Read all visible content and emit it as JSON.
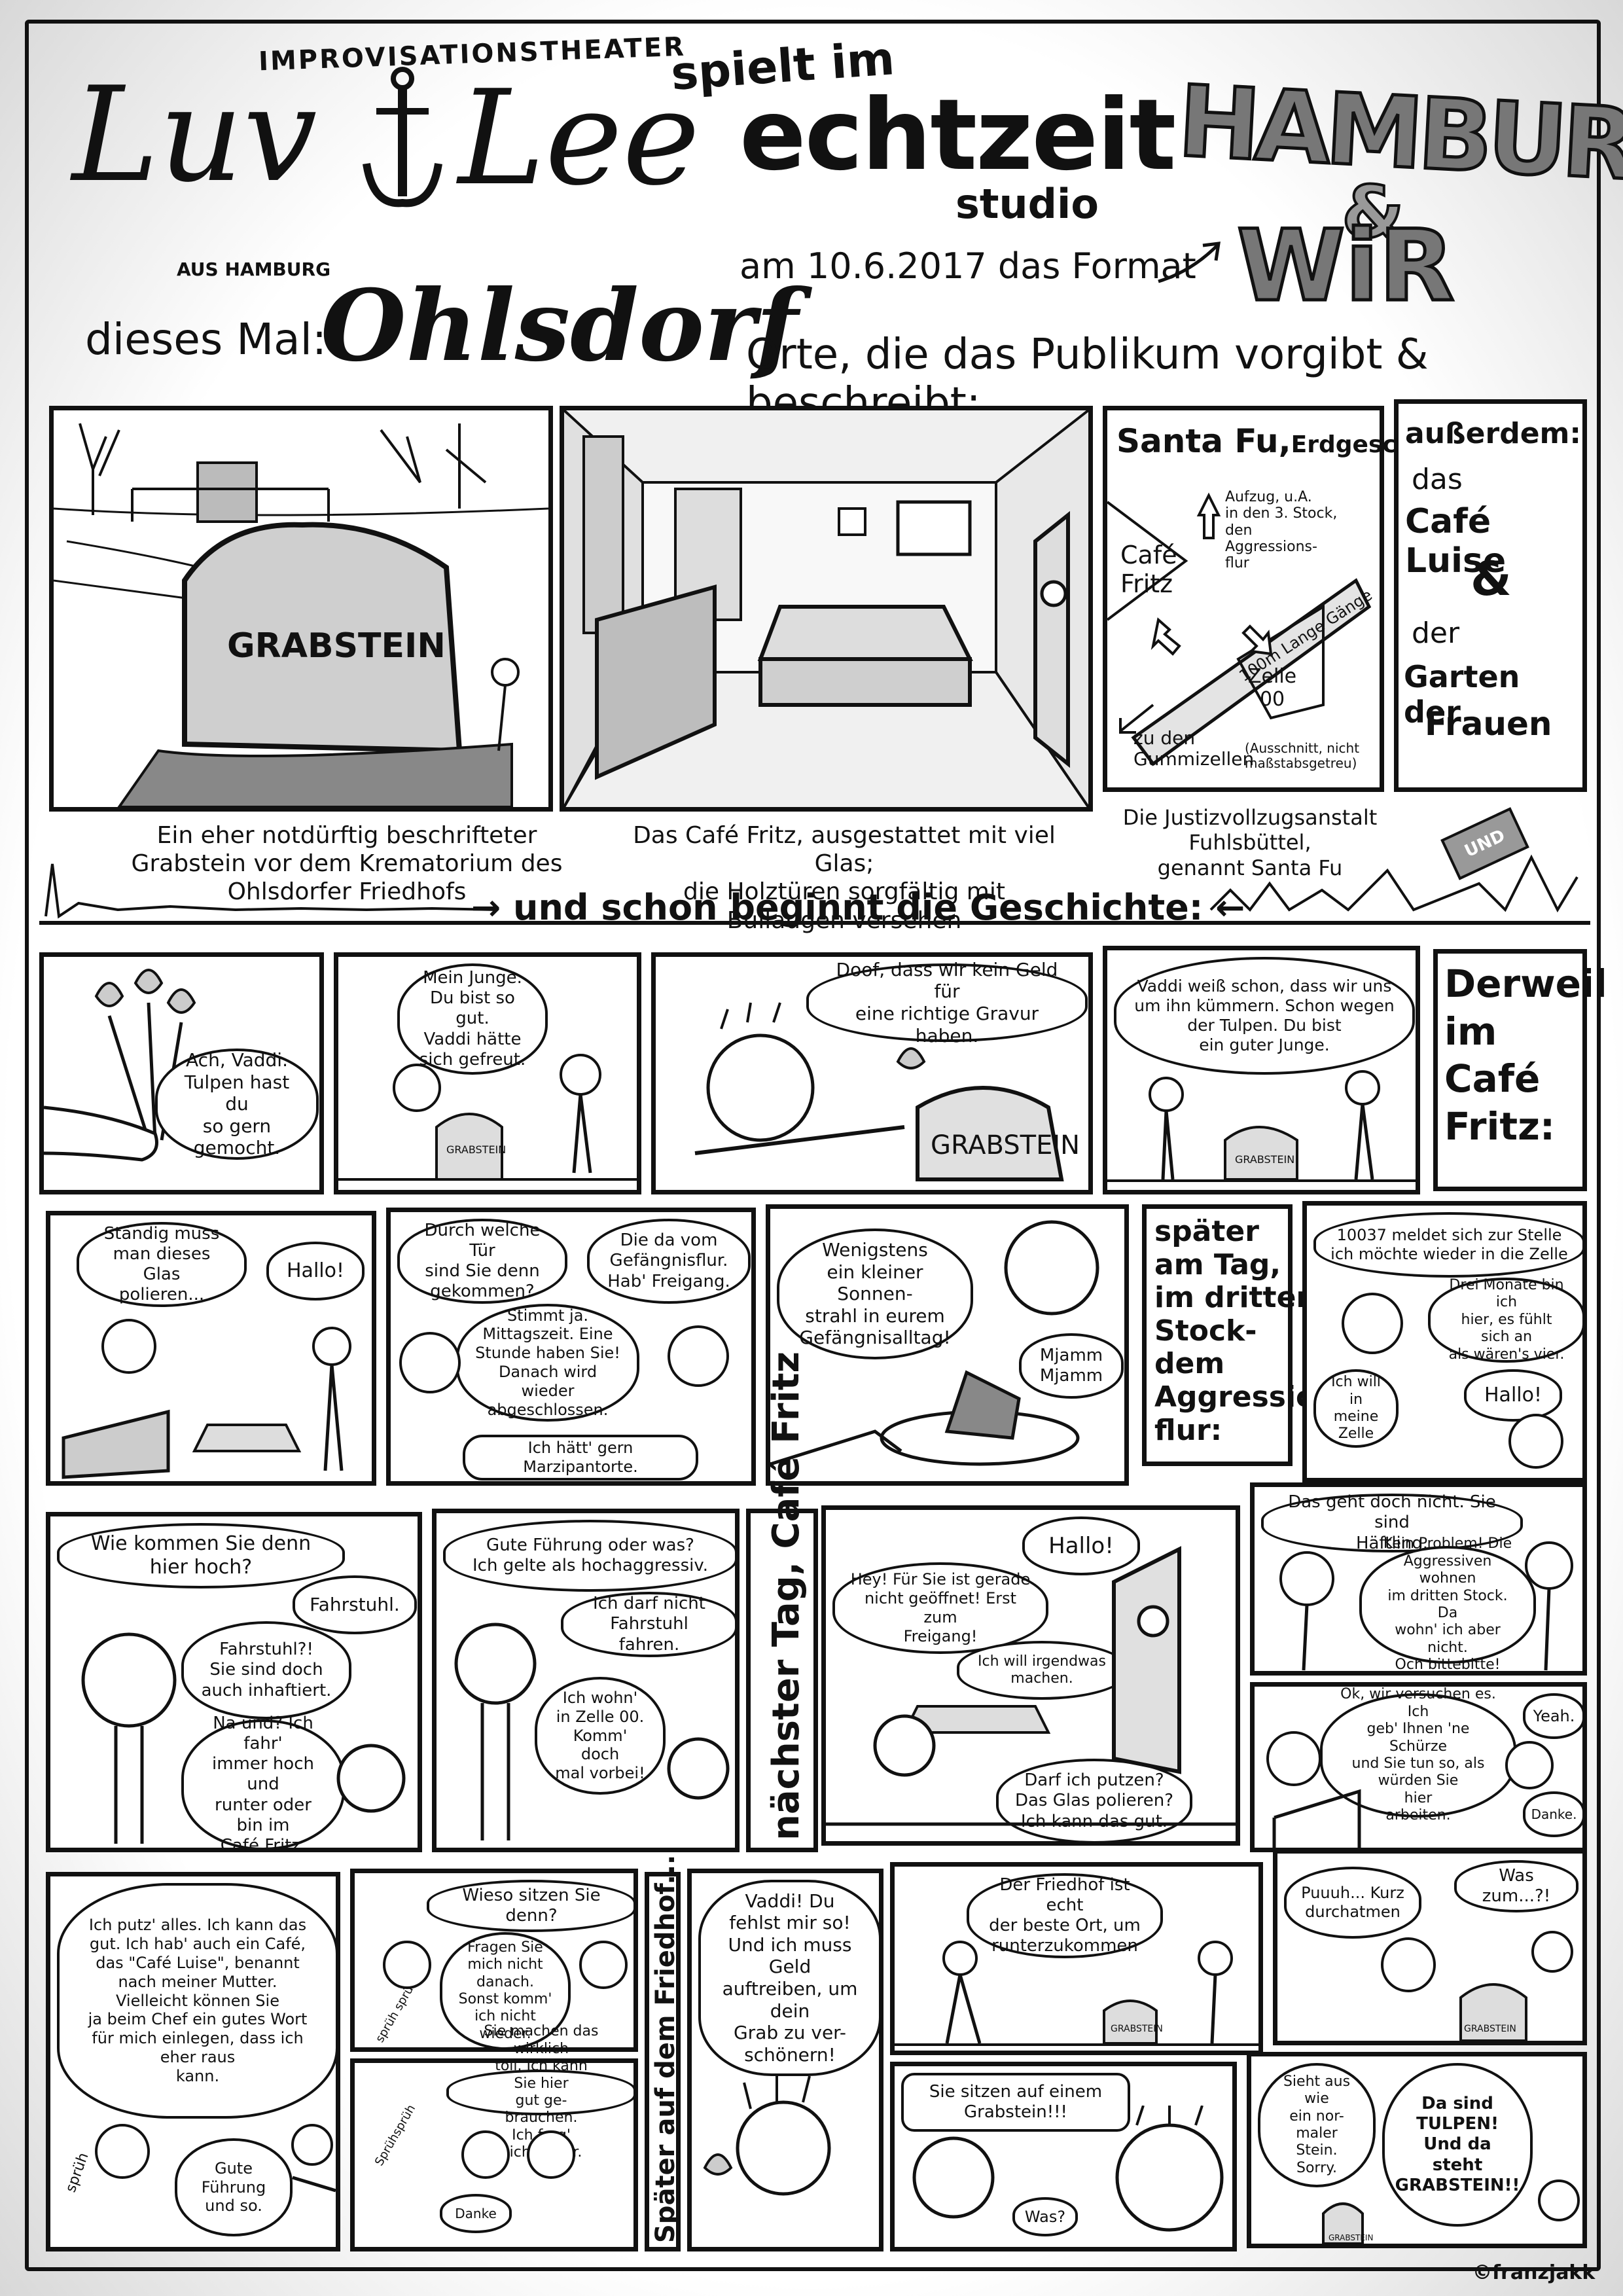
{
  "header": {
    "company_prefix": "IMPROVISATIONSTHEATER",
    "name_left": "Luv",
    "name_right": "Lee",
    "origin": "AUS HAMBURG",
    "plays_in": "spielt im",
    "venue": "echtzeit",
    "venue_sub": "studio",
    "date_line": "am 10.6.2017 das Format",
    "logo_line1": "HAMBURG",
    "logo_amp": "&",
    "logo_line2": "WiR",
    "this_time": "dieses Mal:",
    "place": "Ohlsdorf",
    "places_line": "Orte, die das Publikum vorgibt & beschreibt:"
  },
  "places": {
    "grave_label": "GRABSTEIN",
    "grave_caption": "Ein eher notdürftig beschrifteter\nGrabstein vor dem Krematorium des\nOhlsdorfer Friedhofs",
    "cafe_caption": "Das Café Fritz, ausgestattet mit viel Glas;\ndie Holztüren sorgfältig mit\nBullaugen versehen",
    "map_title": "Santa Fu,",
    "map_title_sub": "Erdgeschoss",
    "map_elevator": "Aufzug, u.A.\nin den 3. Stock,\nden\nAggressions-\nflur",
    "map_cafe": "Café\nFritz",
    "map_corridor": "100m Lange Gänge",
    "map_cell": "Zelle\n00",
    "map_rubber": "zu den\nGummizellen",
    "map_note": "(Ausschnitt, nicht\nmaßstabsgetreu)",
    "prison_caption": "Die Justizvollzugsanstalt\nFuhlsbüttel,\ngenannt Santa Fu",
    "also_title": "außerdem:",
    "also_text1": "das",
    "also_text2": "Café Luise",
    "also_amp": "&",
    "also_text3": "der",
    "also_text4": "Garten der",
    "also_text5": "Frauen",
    "und_arrow": "UND"
  },
  "story_banner": "und schon beginnt die Geschichte:",
  "row1": {
    "b1": "Ach, Vaddi.\nTulpen hast du\nso gern gemocht.",
    "b2": "Mein Junge.\nDu bist so gut.\nVaddi hätte\nsich gefreut.",
    "b2_stone": "GRABSTEIN",
    "b3": "Doof, dass wir kein Geld für\neine richtige Gravur haben.",
    "b3_stone": "GRABSTEIN",
    "b4": "Vaddi weiß schon, dass wir uns\num ihn kümmern. Schon wegen\nder Tulpen. Du bist\nein guter Junge.",
    "b4_stone": "GRABSTEIN",
    "side": "Derweil\nim\nCafé\nFritz:"
  },
  "row2": {
    "b1": "Ständig muss\nman dieses Glas\npolieren...",
    "b1b": "Hallo!",
    "b2a": "Durch welche Tür\nsind Sie denn\ngekommen?",
    "b2b": "Die da vom\nGefängnisflur.\nHab' Freigang.",
    "b2c": "Stimmt ja.\nMittagszeit. Eine\nStunde haben Sie!\nDanach wird wieder\nabgeschlossen.",
    "b2d": "Ich hätt' gern Marzipantorte.",
    "b3a": "Wenigstens\nein kleiner Sonnen-\nstrahl in eurem\nGefängnisalltag!",
    "b3b": "Mjamm\nMjamm",
    "side": "später\nam Tag,\nim dritten\nStock-\ndem\nAggressions-\nflur:",
    "b4a": "10037 meldet sich zur Stelle\nich möchte wieder in die Zelle",
    "b4b": "Drei Monate bin ich\nhier, es fühlt sich an\nals wären's vier.",
    "b4c": "Ich will\nin meine\nZelle",
    "b4d": "Hallo!"
  },
  "row3": {
    "b1a": "Wie kommen Sie denn hier hoch?",
    "b1b": "Fahrstuhl.",
    "b1c": "Fahrstuhl?!\nSie sind doch\nauch inhaftiert.",
    "b1d": "Na und? Ich fahr'\nimmer hoch und\nrunter oder\nbin im\nCafé Fritz.",
    "b2a": "Gute Führung oder was?\nIch gelte als hochaggressiv.",
    "b2b": "Ich darf nicht\nFahrstuhl fahren.",
    "b2c": "Ich wohn'\nin Zelle 00.\nKomm' doch\nmal vorbei!",
    "vert": "nächster Tag, Café Fritz",
    "b3a": "Hallo!",
    "b3b": "Hey! Für Sie ist gerade\nnicht geöffnet! Erst zum\nFreigang!",
    "b3c": "Ich will irgendwas\nmachen.",
    "b3d": "Darf ich putzen?\nDas Glas polieren?\nIch kann das gut.",
    "b4a": "Das geht doch nicht. Sie sind\nHäftling.",
    "b4b": "Kein Problem! Die\nAggressiven wohnen\nim dritten Stock. Da\nwohn' ich aber nicht.\nOch bittebitte!",
    "b4c": "Ok, wir versuchen es. Ich\ngeb' Ihnen 'ne Schürze\nund Sie tun so, als\nwürden Sie\nhier\narbeiten.",
    "b4d": "Yeah.",
    "b4e": "Danke."
  },
  "row4": {
    "b1": "Ich putz' alles. Ich kann das\ngut. Ich hab' auch ein Café,\ndas \"Café Luise\", benannt\nnach meiner Mutter.\nVielleicht können Sie\nja beim Chef ein gutes Wort\nfür mich einlegen, dass ich\neher raus\nkann.",
    "b1b": "Gute\nFührung\nund so.",
    "b1sfx": "sprüh",
    "b2a": "Wieso sitzen Sie denn?",
    "b2b": "Fragen Sie\nmich nicht\ndanach.\nSonst komm'\nich nicht wieder.",
    "b2sfx": "sprüh sprüh",
    "b2c": "Sie machen das wirklich\ntoll. Ich kann\nSie hier\ngut ge-\nbrauchen.\nIch frag'\nnicht mehr.",
    "b2d": "Danke",
    "b2sfx2": "Sprühsprüh",
    "vert": "Später auf dem Friedhof...",
    "b3": "Vaddi! Du\nfehlst mir so!\nUnd ich muss Geld\nauftreiben, um dein\nGrab zu ver-\nschönern!",
    "b4a": "Der Friedhof ist echt\nder beste Ort, um\nrunterzukommen",
    "b4_stone": "GRABSTEIN",
    "b5a": "Puuuh... Kurz\ndurchatmen",
    "b5b": "Was zum...?!",
    "b5_stone": "GRABSTEIN",
    "b6a": "Sie sitzen auf einem\nGrabstein!!!",
    "b6b": "Was?",
    "b7a": "Sieht aus wie\nein nor-\nmaler\nStein.\nSorry.",
    "b7b": "Da sind\nTULPEN!\nUnd da\nsteht\nGRABSTEIN!!",
    "b7_stone": "GRABSTEIN",
    "signature": "©franzjakk"
  }
}
